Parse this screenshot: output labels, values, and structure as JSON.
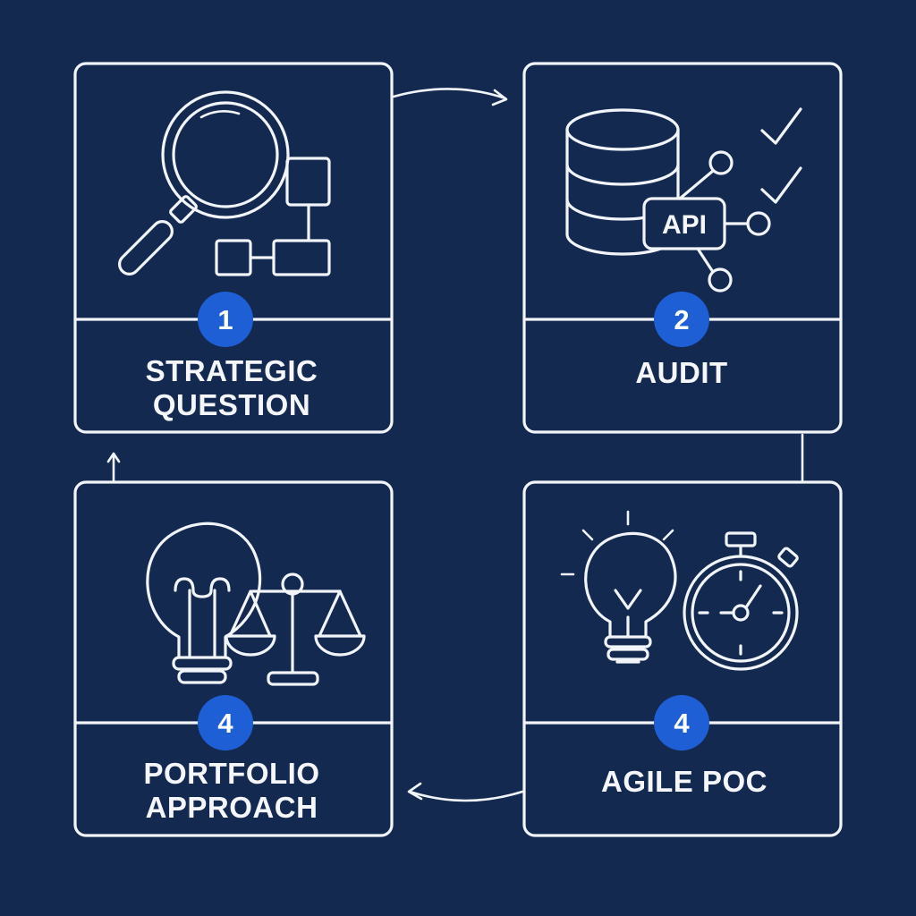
{
  "colors": {
    "background": "#13294f",
    "line": "#f1f4f8",
    "badge": "#1e5fd6"
  },
  "cards": [
    {
      "id": "strategic-question",
      "number": "1",
      "label_lines": [
        "STRATEGIC",
        "QUESTION"
      ],
      "icon": "magnifier-flowchart-icon"
    },
    {
      "id": "audit",
      "number": "2",
      "label_lines": [
        "AUDIT"
      ],
      "icon": "database-api-checks-icon",
      "icon_text": "API"
    },
    {
      "id": "portfolio-approach",
      "number": "4",
      "label_lines": [
        "PORTFOLIO",
        "APPROACH"
      ],
      "icon": "lightbulb-scales-icon"
    },
    {
      "id": "agile-poc",
      "number": "4",
      "label_lines": [
        "AGILE POC"
      ],
      "icon": "lightbulb-stopwatch-icon"
    }
  ],
  "flow": [
    "strategic-question",
    "audit",
    "agile-poc",
    "portfolio-approach",
    "strategic-question"
  ]
}
